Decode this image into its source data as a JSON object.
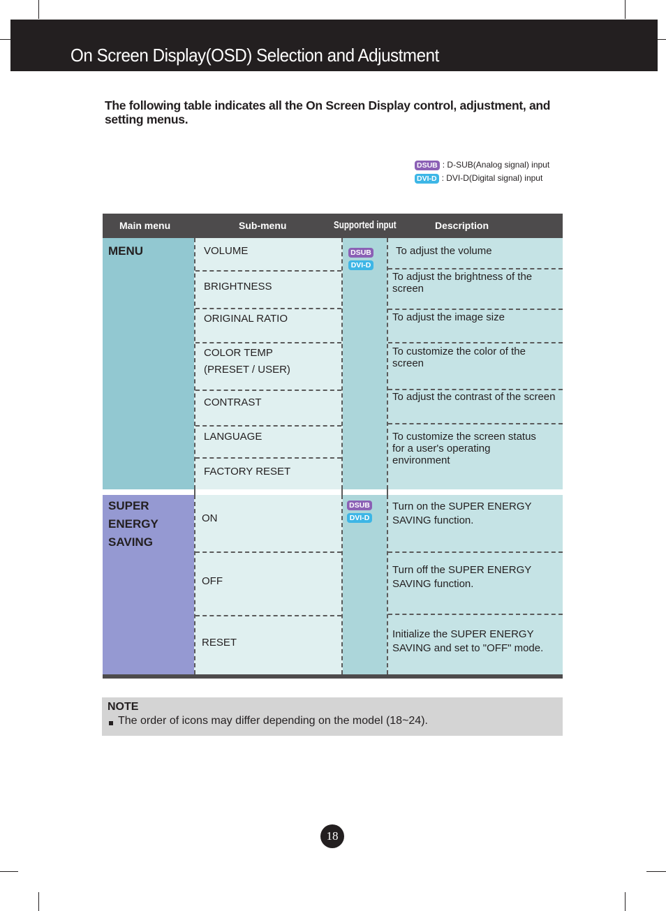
{
  "header": {
    "title": "On Screen Display(OSD) Selection and Adjustment"
  },
  "intro": "The following table indicates all the On Screen Display control, adjustment, and setting menus.",
  "legend": [
    {
      "badge": "DSUB",
      "text": ": D-SUB(Analog signal) input",
      "color": "#8b60b5"
    },
    {
      "badge": "DVI-D",
      "text": ": DVI-D(Digital signal) input",
      "color": "#3db6e6"
    }
  ],
  "table": {
    "headers": {
      "main": "Main menu",
      "sub": "Sub-menu",
      "input": "Supported input",
      "desc": "Description"
    },
    "sections": [
      {
        "main": "MENU",
        "color": "#92c8d1",
        "badges": [
          "DSUB",
          "DVI-D"
        ],
        "rows": [
          {
            "sub": "VOLUME",
            "sub2": "",
            "desc": "To adjust the volume"
          },
          {
            "sub": "BRIGHTNESS",
            "sub2": "",
            "desc": "To adjust the brightness of the screen"
          },
          {
            "sub": "ORIGINAL RATIO",
            "sub2": "",
            "desc": "To adjust the image size"
          },
          {
            "sub": "COLOR TEMP",
            "sub2": "(PRESET / USER)",
            "desc": "To customize the color of the screen"
          },
          {
            "sub": "CONTRAST",
            "sub2": "",
            "desc": "To adjust the contrast of the screen"
          },
          {
            "sub": "LANGUAGE",
            "sub2": "",
            "desc": "To customize the screen status for a user's operating environment"
          },
          {
            "sub": "FACTORY RESET",
            "sub2": "",
            "desc": ""
          }
        ]
      },
      {
        "main_lines": [
          "SUPER",
          "ENERGY",
          "SAVING"
        ],
        "color": "#9599d2",
        "badges": [
          "DSUB",
          "DVI-D"
        ],
        "rows": [
          {
            "sub": "ON",
            "desc": "Turn on the SUPER ENERGY SAVING function."
          },
          {
            "sub": "OFF",
            "desc": "Turn off the SUPER ENERGY SAVING function."
          },
          {
            "sub": "RESET",
            "desc": "Initialize the SUPER ENERGY SAVING and set to \"OFF\" mode."
          }
        ]
      }
    ]
  },
  "note": {
    "title": "NOTE",
    "text": "The order of icons may differ depending on the model (18~24)."
  },
  "page_number": "18"
}
